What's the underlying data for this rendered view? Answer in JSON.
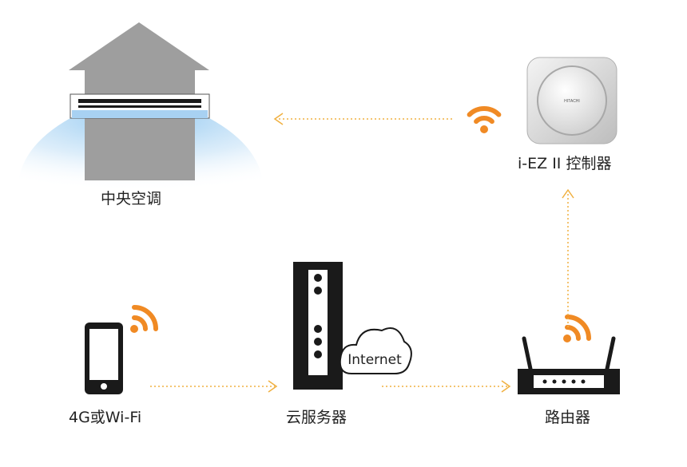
{
  "labels": {
    "ac": "中央空调",
    "controller": "i-EZ II 控制器",
    "phone": "4G或Wi-Fi",
    "server": "云服务器",
    "router": "路由器"
  },
  "cloud_text": "Internet",
  "controller_logo": "HITACHI",
  "colors": {
    "house": "#9e9e9e",
    "house_dark": "#8a8a8a",
    "arrow": "#f0b040",
    "wifi": "#f08a24",
    "device": "#1a1a1a",
    "airflow": "#8ac4ef"
  }
}
